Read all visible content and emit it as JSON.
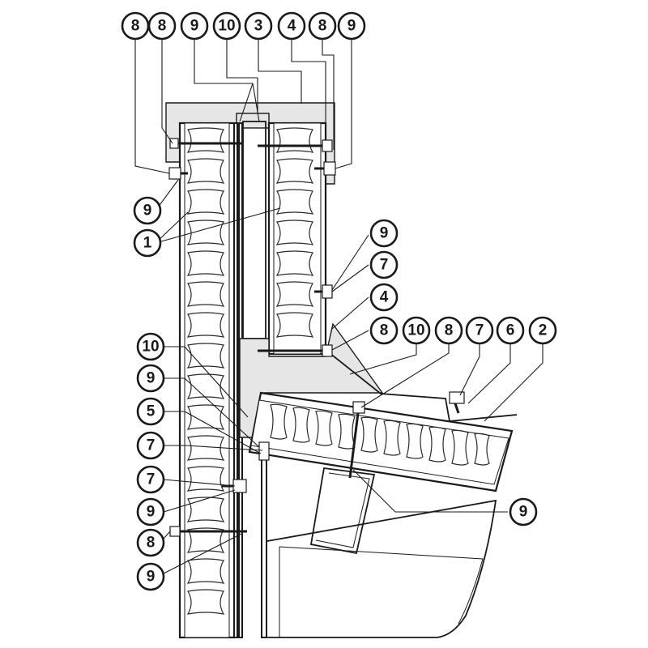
{
  "callouts": {
    "top": [
      "8",
      "8",
      "9",
      "10",
      "3",
      "4",
      "8",
      "9"
    ],
    "left": [
      "9",
      "1",
      "10",
      "9",
      "5",
      "7",
      "7",
      "9",
      "8",
      "9"
    ],
    "right": [
      "9",
      "7",
      "4",
      "8",
      "10",
      "8",
      "7",
      "6",
      "2",
      "9"
    ]
  }
}
